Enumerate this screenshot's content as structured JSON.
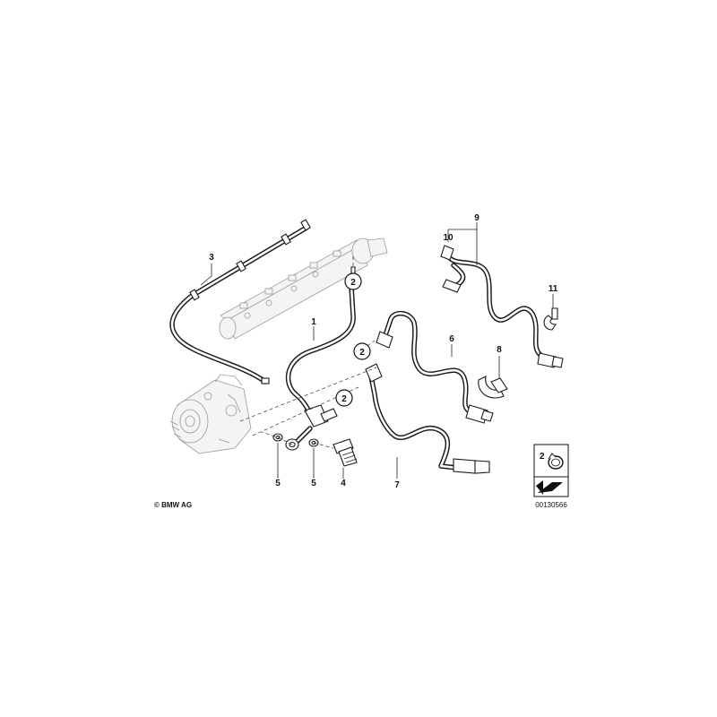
{
  "copyright": "© BMW AG",
  "diagram_id": "00130566",
  "callouts": [
    "1",
    "2",
    "2",
    "2",
    "3",
    "4",
    "5",
    "5",
    "6",
    "7",
    "8",
    "9",
    "10",
    "11"
  ],
  "legend": {
    "label": "2"
  }
}
